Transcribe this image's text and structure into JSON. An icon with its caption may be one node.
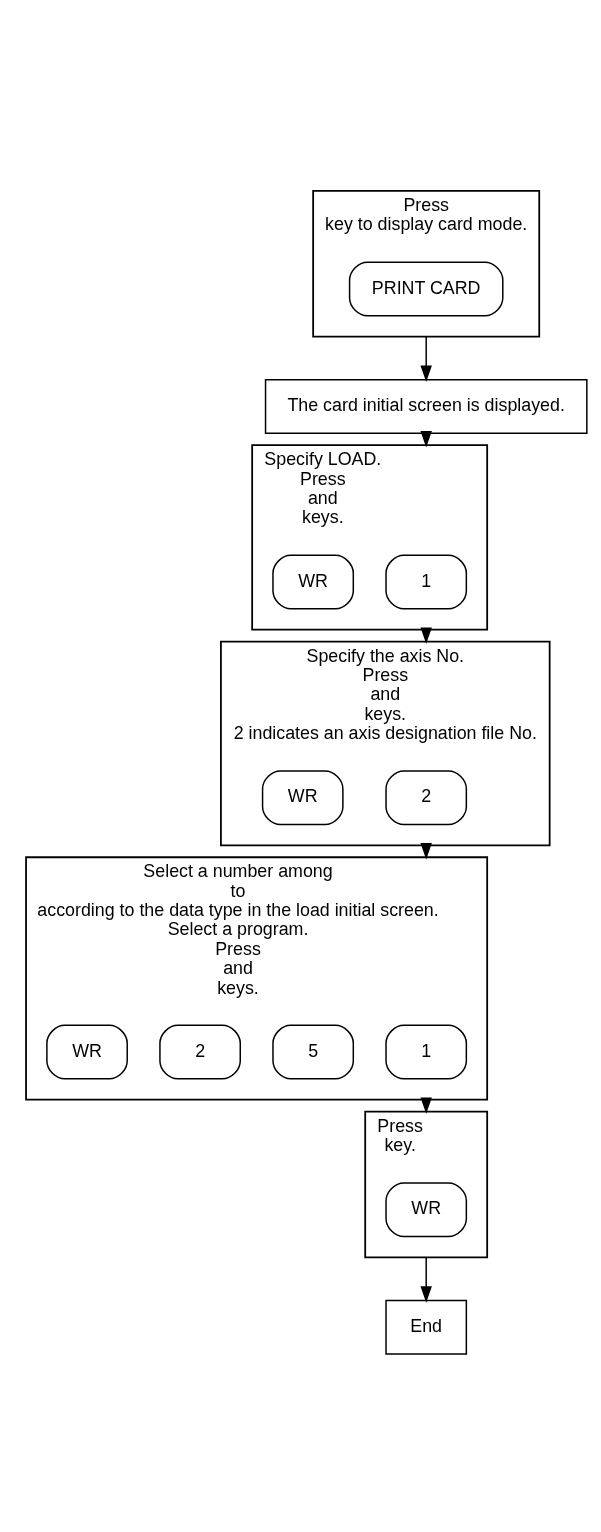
{
  "diagram": {
    "nodes": [
      {
        "text": [
          "Press",
          "key to display card mode."
        ]
      },
      {
        "text": [
          "PRINT CARD"
        ],
        "in": 0
      },
      {
        "text": [
          "The card initial screen is displayed."
        ]
      },
      {
        "text": [
          "Specify LOAD.",
          "Press",
          "and",
          "keys."
        ]
      },
      {
        "text": [
          "1"
        ],
        "in": 3
      },
      {
        "text": [
          "WR"
        ],
        "in": 3
      },
      {
        "text": [
          "Specify the axis No.",
          "Press",
          "and",
          "keys.",
          "2 indicates an axis designation file No."
        ]
      },
      {
        "text": [
          "2"
        ],
        "in": 6
      },
      {
        "text": [
          "WR"
        ],
        "in": 6
      },
      {
        "text": [
          "Select a number among",
          "to",
          "according to the data type in the load initial screen.",
          "Select a program.",
          "Press",
          "and",
          "keys."
        ]
      },
      {
        "text": [
          "1"
        ],
        "in": 9
      },
      {
        "text": [
          "5"
        ],
        "in": 9
      },
      {
        "text": [
          "2"
        ],
        "in": 9
      },
      {
        "text": [
          "WR"
        ],
        "in": 9
      },
      {
        "text": [
          "Press",
          "key."
        ]
      },
      {
        "text": [
          "WR"
        ],
        "in": 14
      },
      {
        "text": [
          "End"
        ]
      }
    ],
    "edges": [
      {
        "from": 0,
        "to": 2,
        "arrow": "to"
      },
      {
        "from": 2,
        "to": 3,
        "arrow": "to"
      },
      {
        "from": 3,
        "to": 6,
        "arrow": "to"
      },
      {
        "from": 6,
        "to": 9,
        "arrow": "to"
      },
      {
        "from": 9,
        "to": 14,
        "arrow": "to"
      },
      {
        "from": 14,
        "to": 16,
        "arrow": "to"
      }
    ]
  }
}
